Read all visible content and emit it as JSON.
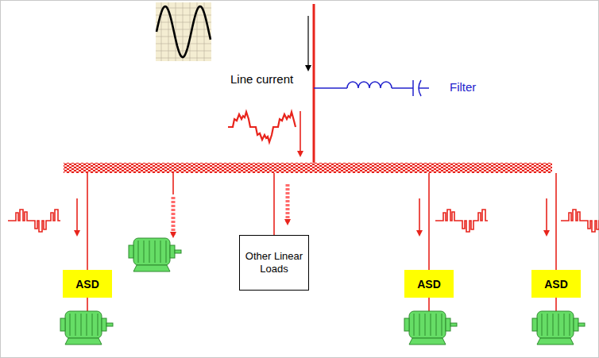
{
  "diagram": {
    "nodes": [
      {
        "text": [
          "ASD"
        ]
      },
      {
        "text": [
          "Other Linear Loads"
        ]
      },
      {
        "text": [
          "ASD"
        ]
      },
      {
        "text": [
          "ASD"
        ]
      }
    ],
    "labels": [
      "Line current",
      "Filter"
    ]
  }
}
